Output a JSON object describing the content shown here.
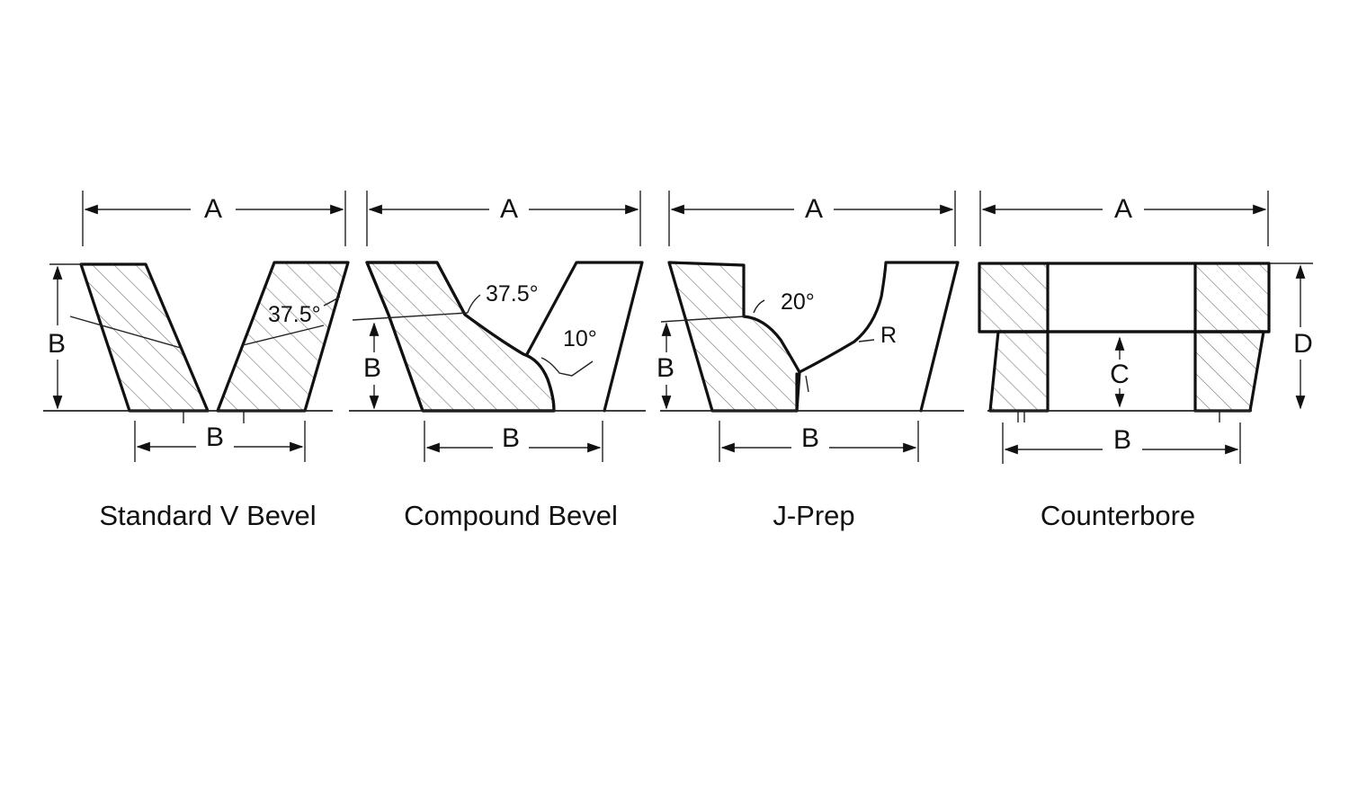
{
  "diagrams": [
    {
      "caption": "Standard V Bevel",
      "width_label": "A",
      "height_label": "B",
      "root_label": "B",
      "angle_label": "37.5°"
    },
    {
      "caption": "Compound Bevel",
      "width_label": "A",
      "height_label": "B",
      "root_label": "B",
      "angle_label": "37.5°",
      "angle2_label": "10°"
    },
    {
      "caption": "J-Prep",
      "width_label": "A",
      "height_label": "B",
      "root_label": "B",
      "angle_label": "20°",
      "radius_label": "R"
    },
    {
      "caption": "Counterbore",
      "width_label": "A",
      "depth_label": "C",
      "root_label": "B",
      "height_label": "D"
    }
  ],
  "colors": {
    "line": "#111111",
    "hatch": "#777777",
    "background": "#ffffff"
  }
}
